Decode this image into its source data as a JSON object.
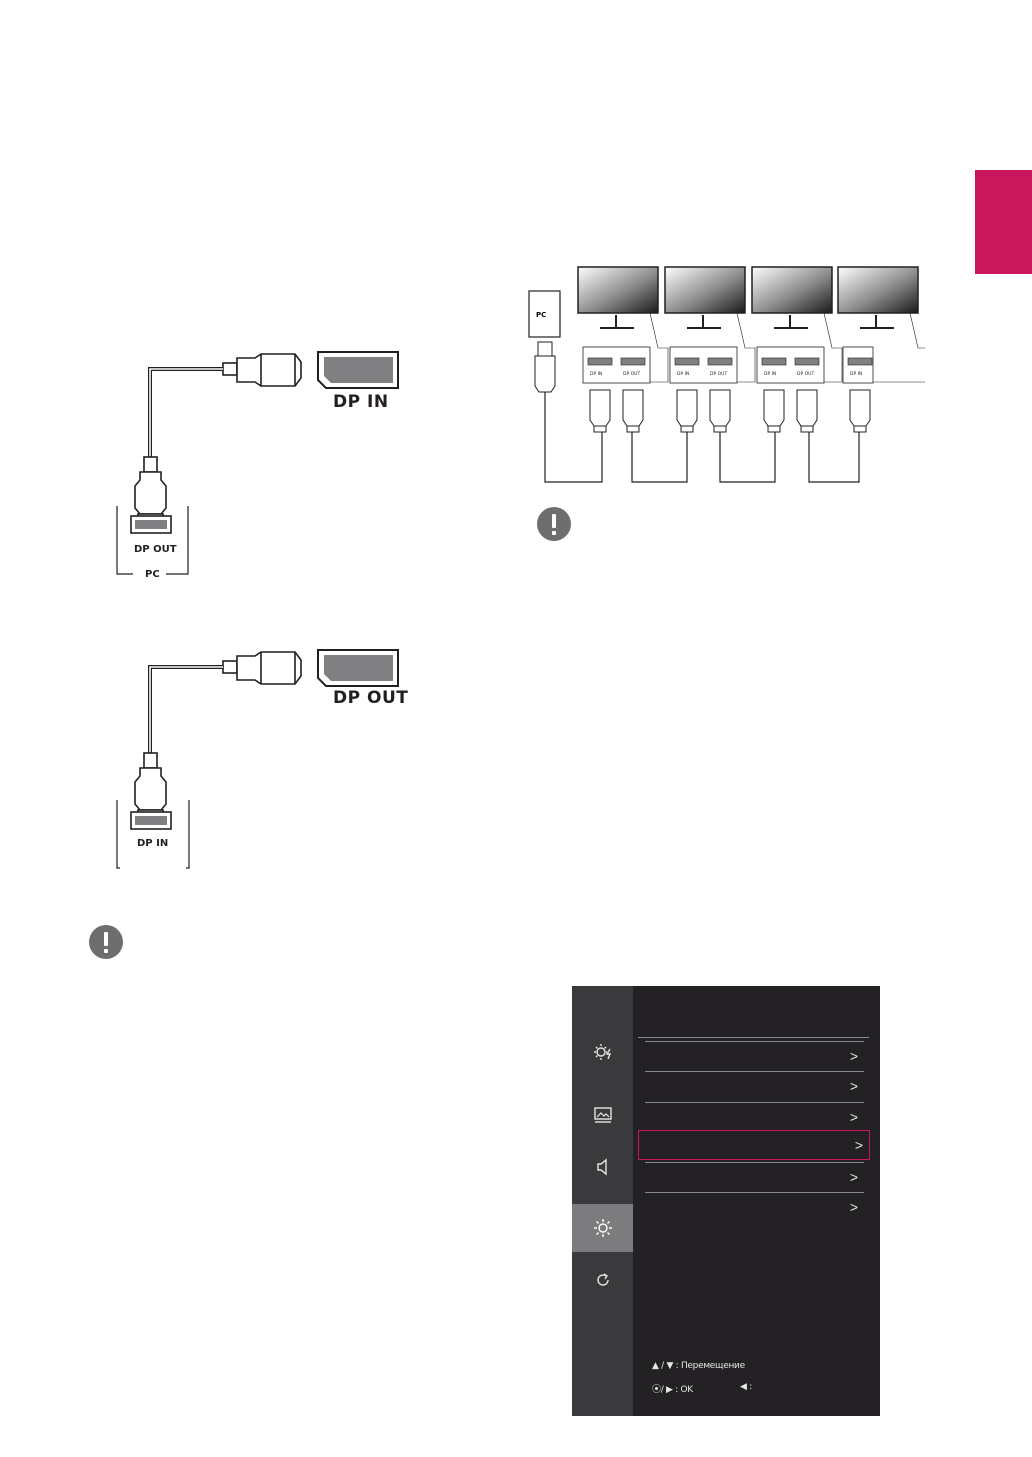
{
  "diagram_dp_in": {
    "port_label": "DP  IN",
    "pc_port_label": "DP OUT",
    "pc_label": "PC"
  },
  "diagram_dp_out": {
    "port_label": "DP OUT",
    "device_port_label": "DP  IN"
  },
  "daisy_chain": {
    "pc_label": "PC",
    "monitors": [
      {
        "ports": [
          "DP IN",
          "DP OUT"
        ]
      },
      {
        "ports": [
          "DP IN",
          "DP OUT"
        ]
      },
      {
        "ports": [
          "DP IN",
          "DP OUT"
        ]
      },
      {
        "ports": [
          "DP IN"
        ]
      }
    ]
  },
  "osd_menu": {
    "side_icons": [
      "brightness-icon",
      "picture-icon",
      "sound-icon",
      "settings-icon",
      "reset-icon"
    ],
    "active_side_index": 3,
    "row_count": 6,
    "selected_row_index": 3,
    "chevron": ">",
    "hint_move": ": Перемещение",
    "hint_ok": ": OK",
    "hint_back": ":"
  },
  "colors": {
    "accent": "#c9175b",
    "osd_bg": "#232123",
    "osd_side": "#3a393b",
    "osd_active": "#7c7b7d"
  }
}
